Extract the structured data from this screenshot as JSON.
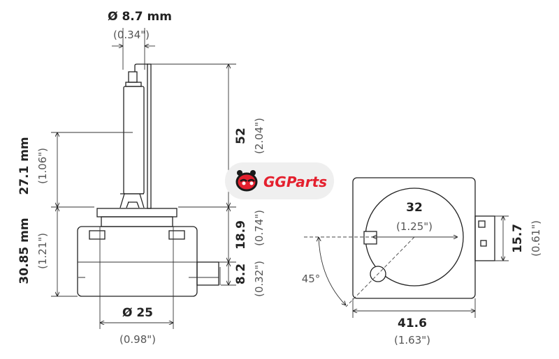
{
  "side_view": {
    "bulb_diameter": {
      "value": "Ø 8.7 mm",
      "inches": "(0.34\")"
    },
    "total_height": {
      "value": "52",
      "inches": "(2.04\")"
    },
    "arc_height": {
      "value": "27.1 mm",
      "inches": "(1.06\")"
    },
    "base_height": {
      "value": "30.85 mm",
      "inches": "(1.21\")"
    },
    "flange_to_connector": {
      "value": "18.9",
      "inches": "(0.74\")"
    },
    "connector_height": {
      "value": "8.2",
      "inches": "(0.32\")"
    },
    "base_diameter": {
      "value": "Ø 25",
      "inches": "(0.98\")"
    }
  },
  "bottom_view": {
    "circle_diameter": {
      "value": "32",
      "inches": "(1.25\")"
    },
    "connector_width": {
      "value": "15.7",
      "inches": "(0.61\")"
    },
    "width": {
      "value": "41.6",
      "inches": "(1.63\")"
    },
    "angle": "45°"
  },
  "logo": {
    "text": "GGParts",
    "color": "#e4202e"
  }
}
